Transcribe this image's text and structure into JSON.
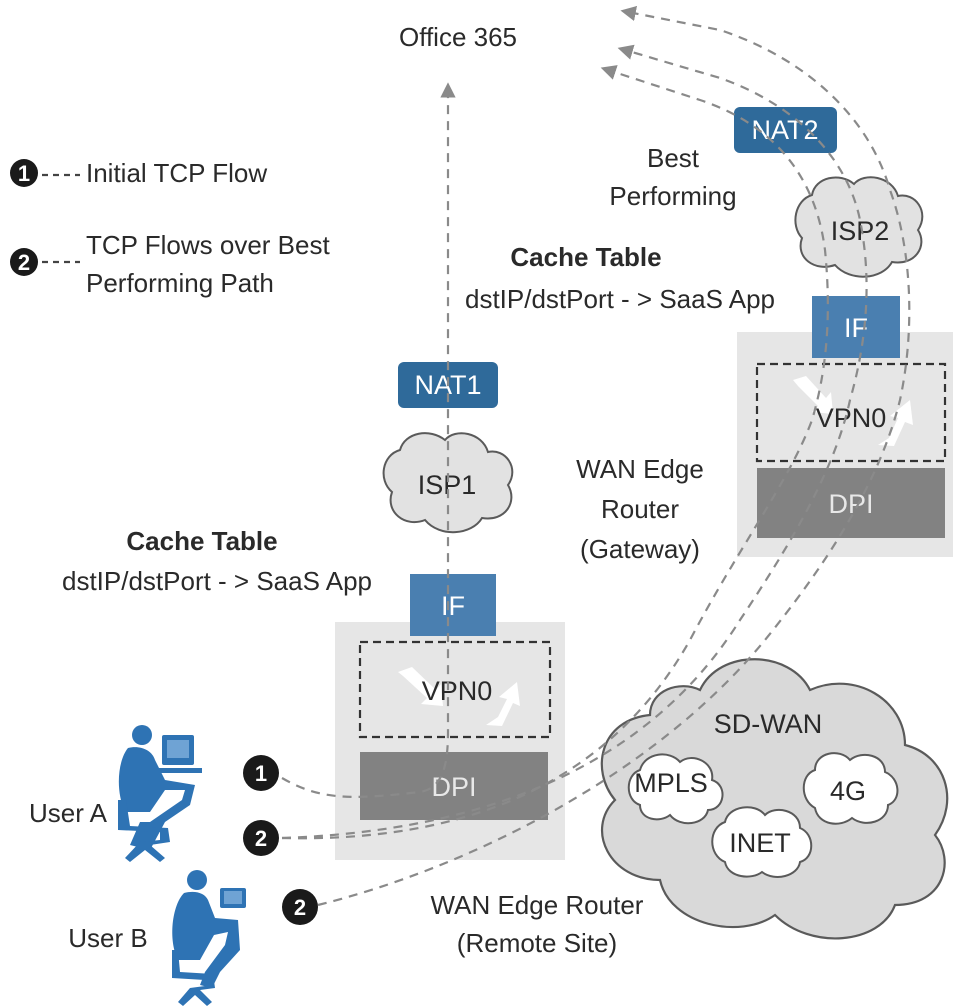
{
  "destination": {
    "label": "Office 365"
  },
  "legend": {
    "items": [
      {
        "number": "1",
        "text": "Initial TCP Flow"
      },
      {
        "number": "2",
        "text_line1": "TCP Flows over Best",
        "text_line2": "Performing Path"
      }
    ]
  },
  "remote_site": {
    "router_label_line1": "WAN Edge Router",
    "router_label_line2": "(Remote Site)",
    "cache_title": "Cache Table",
    "cache_entry": "dstIP/dstPort - > SaaS App",
    "if_label": "IF",
    "vpn_label": "VPN0",
    "dpi_label": "DPI",
    "isp_label": "ISP1",
    "nat_label": "NAT1"
  },
  "gateway": {
    "router_label_line1": "WAN Edge",
    "router_label_line2": "Router",
    "router_label_line3": "(Gateway)",
    "cache_title": "Cache Table",
    "cache_entry": "dstIP/dstPort - > SaaS App",
    "if_label": "IF",
    "vpn_label": "VPN0",
    "dpi_label": "DPI",
    "isp_label": "ISP2",
    "nat_label": "NAT2",
    "best_label_line1": "Best",
    "best_label_line2": "Performing"
  },
  "sdwan": {
    "label": "SD-WAN",
    "transports": [
      "MPLS",
      "4G",
      "INET"
    ]
  },
  "users": [
    {
      "label": "User A"
    },
    {
      "label": "User B"
    }
  ],
  "flow_markers": [
    "1",
    "2",
    "2"
  ],
  "colors": {
    "nat_box": "#2f6a9a",
    "if_box": "#4a7fb0",
    "dpi_box": "#828282",
    "router_bg": "#e6e6e6",
    "user_figure": "#2e73b4",
    "marker": "#1a1a1a"
  }
}
